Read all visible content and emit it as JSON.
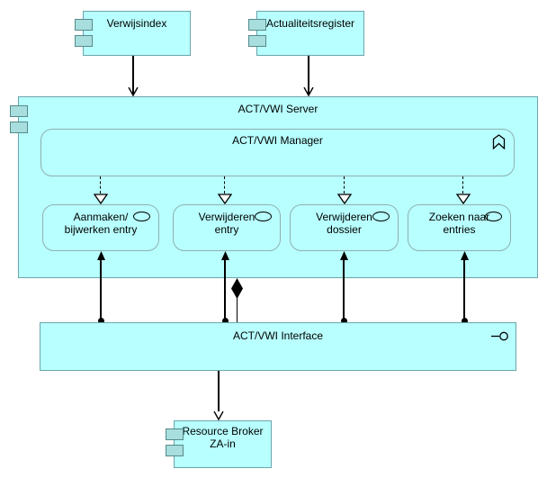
{
  "colors": {
    "node-fill": "#B8FFFF",
    "comp-border": "#6BA5AB",
    "inner-border": "#8FAFAF",
    "tab-fill": "#A8DEDE",
    "tab-border": "#568A8A",
    "line": "#000000"
  },
  "nodes": {
    "verwijsindex": {
      "label": "Verwijsindex",
      "type": "application-component"
    },
    "actualiteitsregister": {
      "label": "Actualiteitsregister",
      "type": "application-component"
    },
    "server": {
      "label": "ACT/VWI Server",
      "type": "application-component"
    },
    "manager": {
      "label": "ACT/VWI Manager",
      "type": "application-function"
    },
    "service_aanmaken": {
      "label": "Aanmaken/\nbijwerken entry",
      "type": "application-service"
    },
    "service_verwijderen_entry": {
      "label": "Verwijderen\nentry",
      "type": "application-service"
    },
    "service_verwijderen_dossier": {
      "label": "Verwijderen\ndossier",
      "type": "application-service"
    },
    "service_zoeken": {
      "label": "Zoeken naar\nentries",
      "type": "application-service"
    },
    "interface": {
      "label": "ACT/VWI Interface",
      "type": "application-interface"
    },
    "resource_broker": {
      "label": "Resource Broker\nZA-in",
      "type": "application-component"
    }
  },
  "relationships": [
    {
      "from": "Verwijsindex",
      "to": "ACT/VWI Server",
      "type": "arrow"
    },
    {
      "from": "Actualiteitsregister",
      "to": "ACT/VWI Server",
      "type": "arrow"
    },
    {
      "from": "ACT/VWI Manager",
      "to": "Aanmaken/bijwerken entry",
      "type": "realization"
    },
    {
      "from": "ACT/VWI Manager",
      "to": "Verwijderen entry",
      "type": "realization"
    },
    {
      "from": "ACT/VWI Manager",
      "to": "Verwijderen dossier",
      "type": "realization"
    },
    {
      "from": "ACT/VWI Manager",
      "to": "Zoeken naar entries",
      "type": "realization"
    },
    {
      "from": "ACT/VWI Interface",
      "to": "Aanmaken/bijwerken entry",
      "type": "assignment"
    },
    {
      "from": "ACT/VWI Interface",
      "to": "Verwijderen entry",
      "type": "assignment"
    },
    {
      "from": "ACT/VWI Interface",
      "to": "Verwijderen dossier",
      "type": "assignment"
    },
    {
      "from": "ACT/VWI Interface",
      "to": "Zoeken naar entries",
      "type": "assignment"
    },
    {
      "from": "ACT/VWI Server",
      "to": "ACT/VWI Interface",
      "type": "composition"
    },
    {
      "from": "ACT/VWI Interface",
      "to": "Resource Broker ZA-in",
      "type": "arrow"
    }
  ]
}
